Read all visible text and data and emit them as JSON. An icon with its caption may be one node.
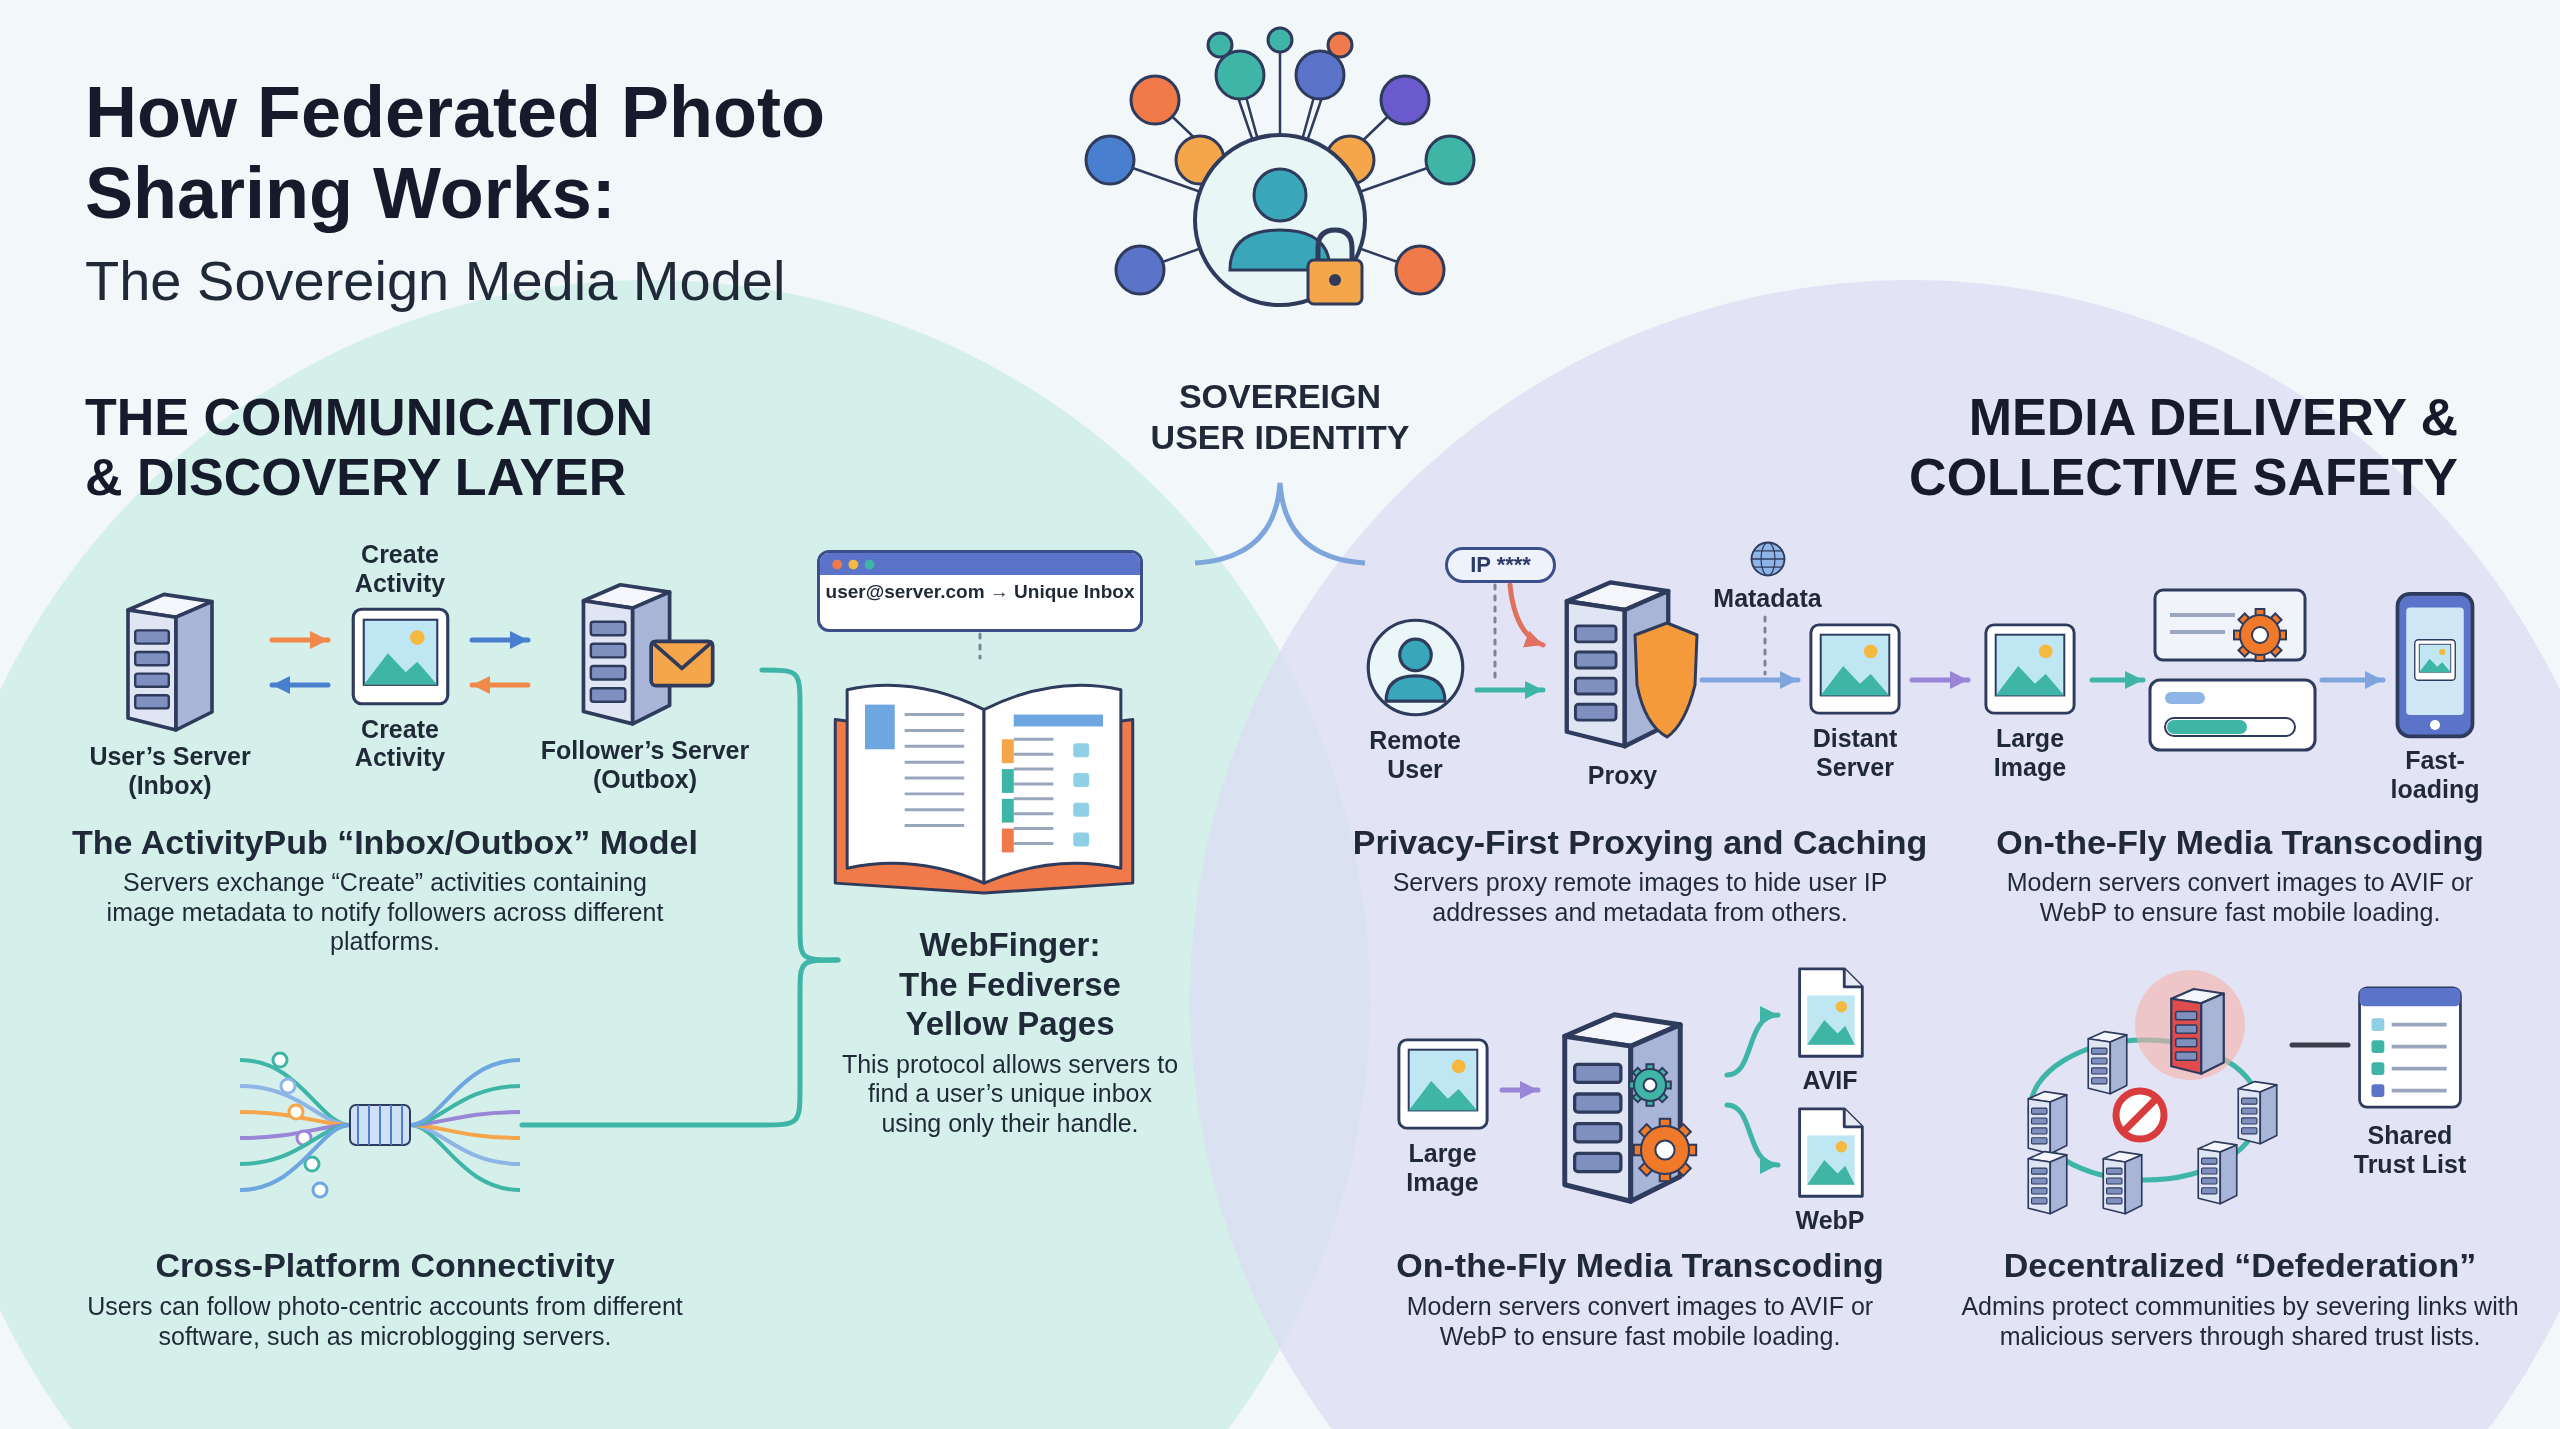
{
  "diagram": {
    "title": "How Federated Photo Sharing Works:",
    "nodes": [
      {
        "text": [
          "SOVEREIGN USER IDENTITY"
        ]
      },
      {
        "text": [
          "User’s Server (Inbox)"
        ]
      },
      {
        "text": [
          "Create Activity",
          "Create Activity"
        ]
      },
      {
        "text": [
          "Follower’s Server (Outbox)"
        ]
      },
      {
        "text": [
          "user@server.com → Unique Inbox"
        ]
      },
      {
        "text": [],
        "shape": "picture"
      },
      {
        "text": [
          "WebFinger: The Fediverse Yellow Pages",
          "This protocol allows servers to find a user’s unique inbox using only their handle."
        ]
      },
      {
        "text": [],
        "shape": "picture"
      },
      {
        "text": [
          "IP ****"
        ]
      },
      {
        "text": [
          "Remote User"
        ]
      },
      {
        "text": [
          "Proxy"
        ]
      },
      {
        "text": [
          "Matadata"
        ]
      },
      {
        "text": [
          "Distant Server"
        ]
      },
      {
        "text": [
          "Large Image"
        ]
      },
      {
        "text": [],
        "shape": "picture"
      },
      {
        "text": [
          "Fast-loading"
        ]
      },
      {
        "text": [
          "Large Image"
        ]
      },
      {
        "text": [],
        "shape": "picture"
      },
      {
        "text": [
          "AVIF"
        ]
      },
      {
        "text": [
          "WebP"
        ]
      },
      {
        "text": [],
        "shape": "picture"
      },
      {
        "text": [
          "Shared Trust List"
        ]
      }
    ],
    "edges": [
      {
        "from": 1,
        "to": 2,
        "arrow": "to",
        "color": "#f0894a"
      },
      {
        "from": 2,
        "to": 1,
        "arrow": "to",
        "color": "#4a7fd0"
      },
      {
        "from": 2,
        "to": 3,
        "arrow": "to",
        "color": "#4a7fd0"
      },
      {
        "from": 3,
        "to": 2,
        "arrow": "to",
        "color": "#f0894a"
      },
      {
        "from": 4,
        "to": 5,
        "arrow": "none",
        "style": "dashed",
        "color": "#7b8497"
      },
      {
        "from": 3,
        "to": 6,
        "arrow": "none"
      },
      {
        "from": 7,
        "to": 6,
        "arrow": "none"
      },
      {
        "from": 8,
        "to": 10,
        "arrow": "to",
        "color": "#e0705f"
      },
      {
        "from": 9,
        "to": 10,
        "arrow": "to"
      },
      {
        "from": 10,
        "to": 12,
        "arrow": "to",
        "color": "#7fa6dc"
      },
      {
        "from": 12,
        "to": 13,
        "arrow": "to",
        "color": "#9a86d6"
      },
      {
        "from": 13,
        "to": 14,
        "arrow": "to"
      },
      {
        "from": 14,
        "to": 15,
        "arrow": "to",
        "color": "#7fa6dc"
      },
      {
        "from": 16,
        "to": 17,
        "arrow": "to",
        "color": "#9a86d6"
      },
      {
        "from": 17,
        "to": 18,
        "arrow": "to"
      },
      {
        "from": 17,
        "to": 19,
        "arrow": "to"
      },
      {
        "from": 20,
        "to": 21,
        "arrow": "none",
        "color": "#3a3f4b"
      },
      {
        "from": 8,
        "to": null,
        "arrow": "none",
        "style": "dashed",
        "color": "#7b8497"
      },
      {
        "from": 11,
        "to": null,
        "arrow": "none",
        "style": "dashed",
        "color": "#7b8497"
      }
    ],
    "labels": [
      "The Sovereign Media Model",
      "THE COMMUNICATION & DISCOVERY LAYER",
      "MEDIA DELIVERY & COLLECTIVE SAFETY",
      "The ActivityPub “Inbox/Outbox” Model",
      "Servers exchange “Create” activities containing image metadata to notify followers across different platforms.",
      "Privacy-First Proxying and Caching",
      "Servers proxy remote images to hide user IP addresses and metadata from others.",
      "On-the-Fly Media Transcoding",
      "Modern servers convert images to AVIF or WebP to ensure fast mobile loading.",
      "Cross-Platform Connectivity",
      "Users can follow photo-centric accounts from different software, such as microblogging servers.",
      "On-the-Fly Media Transcoding",
      "Modern servers convert images to AVIF or WebP to ensure fast mobile loading.",
      "Decentralized “Defederation”",
      "Admins protect communities by severing links with malicious servers through shared trust lists."
    ]
  }
}
